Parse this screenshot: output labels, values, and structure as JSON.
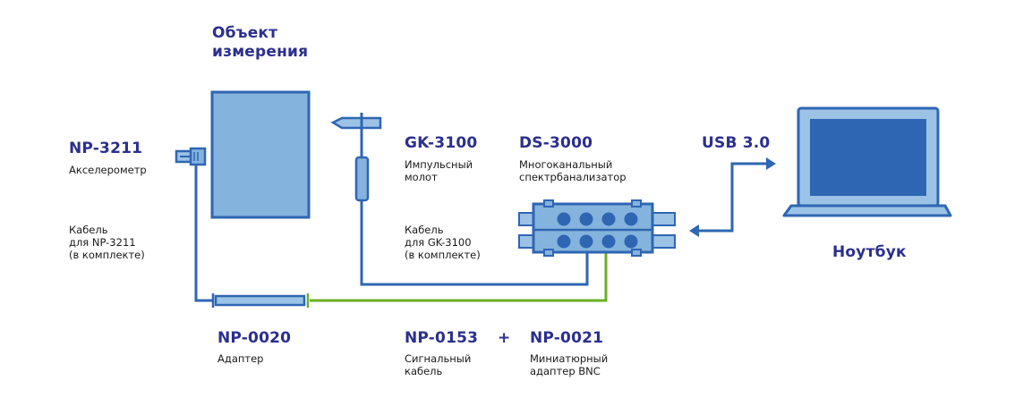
{
  "colors": {
    "blue_dark": "#2f66b3",
    "blue_fill": "#84b3dd",
    "blue_light": "#9cc3e6",
    "screen": "#2f66b3",
    "green": "#6ab023",
    "title": "#2b2f8f",
    "text": "#1a1a1a"
  },
  "object": {
    "title_line1": "Объект",
    "title_line2": "измерения"
  },
  "accelerometer": {
    "model": "NP-3211",
    "name": "Акселерометр"
  },
  "accel_cable": {
    "line1": "Кабель",
    "line2": "для NP-3211",
    "line3": "(в комплекте)"
  },
  "hammer": {
    "model": "GK-3100",
    "line1": "Импульсный",
    "line2": "молот"
  },
  "hammer_cable": {
    "line1": "Кабель",
    "line2": "для GK-3100",
    "line3": "(в комплекте)"
  },
  "analyzer": {
    "model": "DS-3000",
    "line1": "Многоканальный",
    "line2": "спектрбанализатор"
  },
  "usb": {
    "label": "USB 3.0"
  },
  "laptop": {
    "label": "Ноутбук"
  },
  "adapter": {
    "model": "NP-0020",
    "name": "Адаптер"
  },
  "signal_cable": {
    "model": "NP-0153",
    "line1": "Сигнальный",
    "line2": "кабель"
  },
  "plus": "+",
  "bnc_adapter": {
    "model": "NP-0021",
    "line1": "Миниатюрный",
    "line2": "адаптер BNC"
  }
}
